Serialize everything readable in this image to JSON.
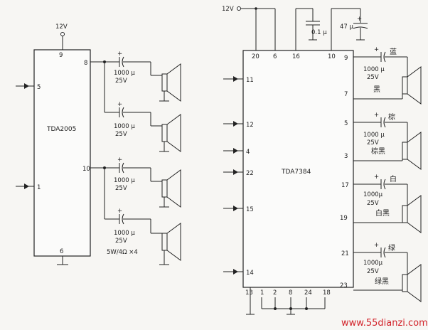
{
  "left": {
    "ic": "TDA2005",
    "supply": "12V",
    "pins": {
      "vcc": "9",
      "in1": "5",
      "in2": "1",
      "out1": "8",
      "out2": "10",
      "gnd": "6"
    },
    "caps": [
      {
        "value": "1000 µ",
        "volt": "25V"
      },
      {
        "value": "1000 µ",
        "volt": "25V"
      },
      {
        "value": "1000 µ",
        "volt": "25V"
      },
      {
        "value": "1000 µ",
        "volt": "25V"
      }
    ],
    "speaker_note": "5W/4Ω ×4"
  },
  "right": {
    "ic": "TDA7384",
    "supply": "12V",
    "decoupling": [
      {
        "value": "0.1 µ"
      },
      {
        "value": "47 µ"
      }
    ],
    "top_pins": [
      "20",
      "6",
      "16",
      "10"
    ],
    "left_pins": [
      "11",
      "12",
      "4",
      "22",
      "15",
      "14"
    ],
    "bottom_pins": [
      "13",
      "1",
      "2",
      "8",
      "24",
      "18"
    ],
    "right_outputs": [
      {
        "pos": "9",
        "neg": "7",
        "cap": "1000 µ",
        "volt": "25V",
        "wire_pos": "蓝",
        "wire_neg": "黑"
      },
      {
        "pos": "5",
        "neg": "3",
        "cap": "1000 µ",
        "volt": "25V",
        "wire_pos": "棕",
        "wire_neg": "棕黑"
      },
      {
        "pos": "17",
        "neg": "19",
        "cap": "1000µ",
        "volt": "25V",
        "wire_pos": "白",
        "wire_neg": "白黑"
      },
      {
        "pos": "21",
        "neg": "23",
        "cap": "1000µ",
        "volt": "25V",
        "wire_pos": "绿",
        "wire_neg": "绿黑"
      }
    ]
  },
  "watermark": "www.55dianzi.com"
}
